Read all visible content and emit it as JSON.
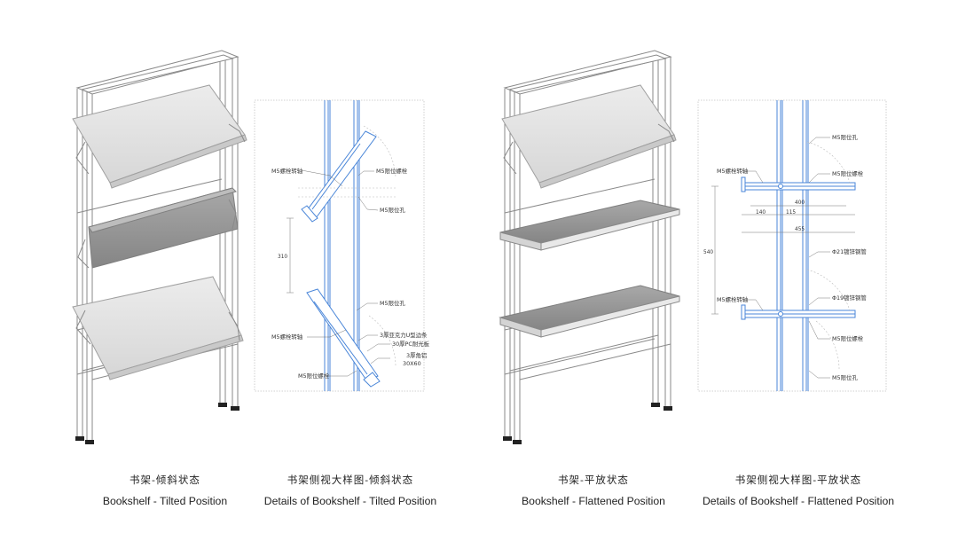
{
  "panels": [
    {
      "cn": "书架-倾斜状态",
      "en": "Bookshelf - Tilted Position"
    },
    {
      "cn": "书架侧视大样图-倾斜状态",
      "en": "Details of Bookshelf - Tilted Position"
    },
    {
      "cn": "书架-平放状态",
      "en": "Bookshelf - Flattened Position"
    },
    {
      "cn": "书架侧视大样图-平放状态",
      "en": "Details of Bookshelf - Flattened Position"
    }
  ],
  "detail_tilted": {
    "labels": {
      "m5_pivot_top": "M5螺栓转轴",
      "m5_limit_bolt_top": "M5限位螺栓",
      "m5_limit_hole_top": "M5限位孔",
      "dim_310": "310",
      "m5_limit_hole_bottom": "M5限位孔",
      "m5_pivot_bottom": "M5螺栓转轴",
      "acrylic_strip": "3厚亚克力U型边条",
      "pc_board": "30厚PC耐光板",
      "angle_line1": "3厚角铝",
      "angle_line2": "30X60",
      "m5_limit_bolt_bottom": "M5限位螺栓"
    }
  },
  "detail_flat": {
    "labels": {
      "m5_limit_hole_top": "M5限位孔",
      "m5_pivot_top": "M5螺栓转轴",
      "m5_limit_bolt_top": "M5限位螺栓",
      "dim_400": "400",
      "dim_140": "140",
      "dim_115": "115",
      "dim_455": "455",
      "dim_540": "540",
      "tube_21": "Φ21镀锌钢管",
      "m5_pivot_bottom": "M5螺栓转轴",
      "tube_19": "Φ19镀锌钢管",
      "m5_limit_bolt_bottom": "M5限位螺栓",
      "m5_limit_hole_bottom": "M5限位孔"
    }
  },
  "colors": {
    "tube_blue": "#4a86d8",
    "frame_line": "#8a8a8a",
    "shelf_light": "#e2e2e2",
    "shelf_dark": "#8e8e8e",
    "frame_border": "#bdbdbd"
  }
}
